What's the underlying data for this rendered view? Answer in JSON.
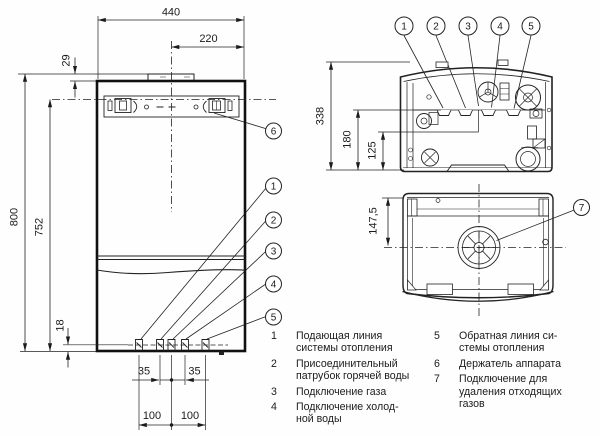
{
  "front_view": {
    "dims": {
      "width_total": "440",
      "width_half": "220",
      "collar_offset": "29",
      "height_total": "800",
      "bracket_height": "752",
      "bottom_offset": "18",
      "spacing_left_35": "35",
      "spacing_right_35": "35",
      "span_left_100": "100",
      "span_right_100": "100"
    },
    "callouts": [
      "1",
      "2",
      "3",
      "4",
      "5"
    ],
    "bracket_callout": "6"
  },
  "top_view": {
    "dims": {
      "depth_total": "338",
      "depth_connections": "180",
      "depth_gas": "125"
    },
    "callouts": [
      "1",
      "2",
      "3",
      "4",
      "5"
    ]
  },
  "plan_view": {
    "dims": {
      "flue_offset": "147,5"
    },
    "callout": "7"
  },
  "legend": {
    "left": [
      {
        "num": "1",
        "lines": [
          "Подающая линия",
          "системы отопления"
        ]
      },
      {
        "num": "2",
        "lines": [
          "Присоединительный",
          "патрубок горячей воды"
        ]
      },
      {
        "num": "3",
        "lines": [
          "Подключение газа"
        ]
      },
      {
        "num": "4",
        "lines": [
          "Подключение холод-",
          "ной воды"
        ]
      }
    ],
    "right": [
      {
        "num": "5",
        "lines": [
          "Обратная линия си-",
          "стемы отопления"
        ]
      },
      {
        "num": "6",
        "lines": [
          "Держатель аппарата"
        ]
      },
      {
        "num": "7",
        "lines": [
          "Подключение для",
          "удаления отходящих",
          "газов"
        ]
      }
    ]
  }
}
